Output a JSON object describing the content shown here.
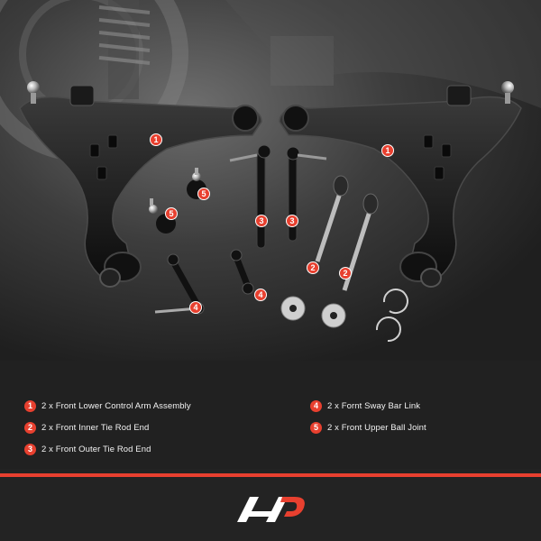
{
  "legend": [
    {
      "num": "1",
      "text": "2 x Front Lower Control Arm Assembly"
    },
    {
      "num": "2",
      "text": "2 x Front Inner Tie Rod End"
    },
    {
      "num": "3",
      "text": "2 x Front Outer Tie Rod End"
    },
    {
      "num": "4",
      "text": "2 x Fornt Sway Bar Link"
    },
    {
      "num": "5",
      "text": "2 x Front Upper Ball Joint"
    }
  ],
  "markers": [
    "1",
    "1",
    "2",
    "2",
    "3",
    "3",
    "4",
    "4",
    "5",
    "5"
  ],
  "colors": {
    "accent": "#e8402f",
    "background": "#232323",
    "part": "#111111",
    "text": "#f2f2f2"
  }
}
